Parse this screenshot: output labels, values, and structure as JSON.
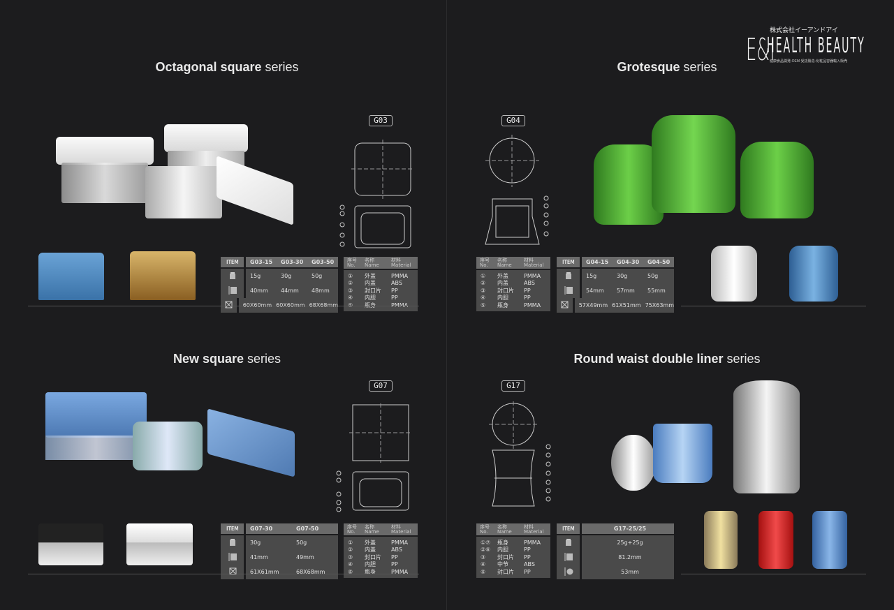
{
  "brand": {
    "logo": "E&I",
    "company_jp": "株式会社イーアンドアイ",
    "name": "HEALTH BEAUTY",
    "tagline": "健康食品開発-OEM 受託製造-化粧品容器輸入販売"
  },
  "colors": {
    "background": "#1c1c1e",
    "table_header": "#6a6a6a",
    "table_body": "#4a4a4a"
  },
  "sections": [
    {
      "title_bold": "Octagonal square",
      "title_light": "series",
      "code": "G03",
      "items": {
        "header": [
          "ITEM",
          "G03-15",
          "G03-30",
          "G03-50"
        ],
        "rows": [
          {
            "icon": "capacity-icon",
            "values": [
              "15g",
              "30g",
              "50g"
            ]
          },
          {
            "icon": "height-icon",
            "values": [
              "40mm",
              "44mm",
              "48mm"
            ]
          },
          {
            "icon": "dimension-icon",
            "values": [
              "60X60mm",
              "60X60mm",
              "68X68mm"
            ]
          }
        ]
      },
      "materials": {
        "header": [
          "序号\nNo.",
          "名称\nName",
          "材料\nMaterial"
        ],
        "rows": [
          [
            "①",
            "外盖",
            "PMMA"
          ],
          [
            "②",
            "内盖",
            "ABS"
          ],
          [
            "③",
            "封口片",
            "PP"
          ],
          [
            "④",
            "内胆",
            "PP"
          ],
          [
            "⑤",
            "瓶身",
            "PMMA"
          ]
        ]
      }
    },
    {
      "title_bold": "Grotesque",
      "title_light": "series",
      "code": "G04",
      "items": {
        "header": [
          "ITEM",
          "G04-15",
          "G04-30",
          "G04-50"
        ],
        "rows": [
          {
            "icon": "capacity-icon",
            "values": [
              "15g",
              "30g",
              "50g"
            ]
          },
          {
            "icon": "height-icon",
            "values": [
              "54mm",
              "57mm",
              "55mm"
            ]
          },
          {
            "icon": "dimension-icon",
            "values": [
              "57X49mm",
              "61X51mm",
              "75X63mm"
            ]
          }
        ]
      },
      "materials": {
        "header": [
          "序号\nNo.",
          "名称\nName",
          "材料\nMaterial"
        ],
        "rows": [
          [
            "①",
            "外盖",
            "PMMA"
          ],
          [
            "②",
            "内盖",
            "ABS"
          ],
          [
            "③",
            "封口片",
            "PP"
          ],
          [
            "④",
            "内胆",
            "PP"
          ],
          [
            "⑤",
            "瓶身",
            "PMMA"
          ]
        ]
      }
    },
    {
      "title_bold": "New square",
      "title_light": "series",
      "code": "G07",
      "items": {
        "header": [
          "ITEM",
          "G07-30",
          "G07-50"
        ],
        "rows": [
          {
            "icon": "capacity-icon",
            "values": [
              "30g",
              "50g"
            ]
          },
          {
            "icon": "height-icon",
            "values": [
              "41mm",
              "49mm"
            ]
          },
          {
            "icon": "dimension-icon",
            "values": [
              "61X61mm",
              "68X68mm"
            ]
          }
        ]
      },
      "materials": {
        "header": [
          "序号\nNo.",
          "名称\nName",
          "材料\nMaterial"
        ],
        "rows": [
          [
            "①",
            "外盖",
            "PMMA"
          ],
          [
            "②",
            "内盖",
            "ABS"
          ],
          [
            "③",
            "封口片",
            "PP"
          ],
          [
            "④",
            "内胆",
            "PP"
          ],
          [
            "⑤",
            "瓶身",
            "PMMA"
          ]
        ]
      }
    },
    {
      "title_bold": "Round waist double liner",
      "title_light": "series",
      "code": "G17",
      "items": {
        "header": [
          "ITEM",
          "G17-25/25"
        ],
        "rows": [
          {
            "icon": "capacity-icon",
            "values": [
              "25g+25g"
            ]
          },
          {
            "icon": "height-icon",
            "values": [
              "81.2mm"
            ]
          },
          {
            "icon": "diameter-icon",
            "values": [
              "53mm"
            ]
          }
        ]
      },
      "materials": {
        "header": [
          "序号\nNo.",
          "名称\nName",
          "材料\nMaterial"
        ],
        "rows": [
          [
            "①⑦",
            "瓶身",
            "PMMA"
          ],
          [
            "②⑥",
            "内胆",
            "PP"
          ],
          [
            "③",
            "封口片",
            "PP"
          ],
          [
            "④",
            "中节",
            "ABS"
          ],
          [
            "⑤",
            "封口片",
            "PP"
          ]
        ]
      }
    }
  ]
}
